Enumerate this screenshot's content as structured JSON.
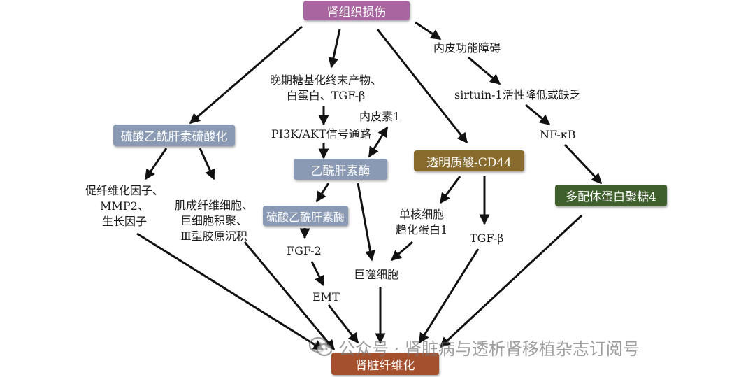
{
  "colors": {
    "purple": "#a8659f",
    "blue": "#8a9ab4",
    "brown": "#8a6b2e",
    "green": "#3f5f2c",
    "rust": "#a5502d",
    "arrow": "#111111"
  },
  "boxes": {
    "kidney_injury": "肾组织损伤",
    "heparan_sulfation": "硫酸乙酰肝素硫酸化",
    "heparanase": "乙酰肝素酶",
    "heparan_sulfate_enzyme": "硫酸乙酰肝素酶",
    "hyaluronan_cd44": "透明质酸-CD44",
    "syndecan4": "多配体蛋白聚糖4",
    "renal_fibrosis": "肾脏纤维化"
  },
  "labels": {
    "endothelial_dysfunction": "内皮功能障碍",
    "sirtuin": "sirtuin-1活性降低或缺乏",
    "nfkb": "NF-κB",
    "age_lines": [
      "晚期糖基化终末产物、",
      "白蛋白、TGF-β"
    ],
    "pi3k": "PI3K/AKT信号通路",
    "endothelin": "内皮素1",
    "profibrotic_lines": [
      "促纤维化因子、",
      "MMP2、",
      "生长因子"
    ],
    "fibroblast_lines": [
      "肌成纤维细胞、",
      "巨细胞积聚、",
      "Ⅲ型胶原沉积"
    ],
    "fgf2": "FGF-2",
    "emt": "EMT",
    "macrophage": "巨噬细胞",
    "mcp1_lines": [
      "单核细胞",
      "趋化蛋白1"
    ],
    "tgfb": "TGF-β"
  },
  "watermark": {
    "icon": "wechat-icon",
    "text": "公众号 · 肾脏病与透析肾移植杂志订阅号"
  }
}
